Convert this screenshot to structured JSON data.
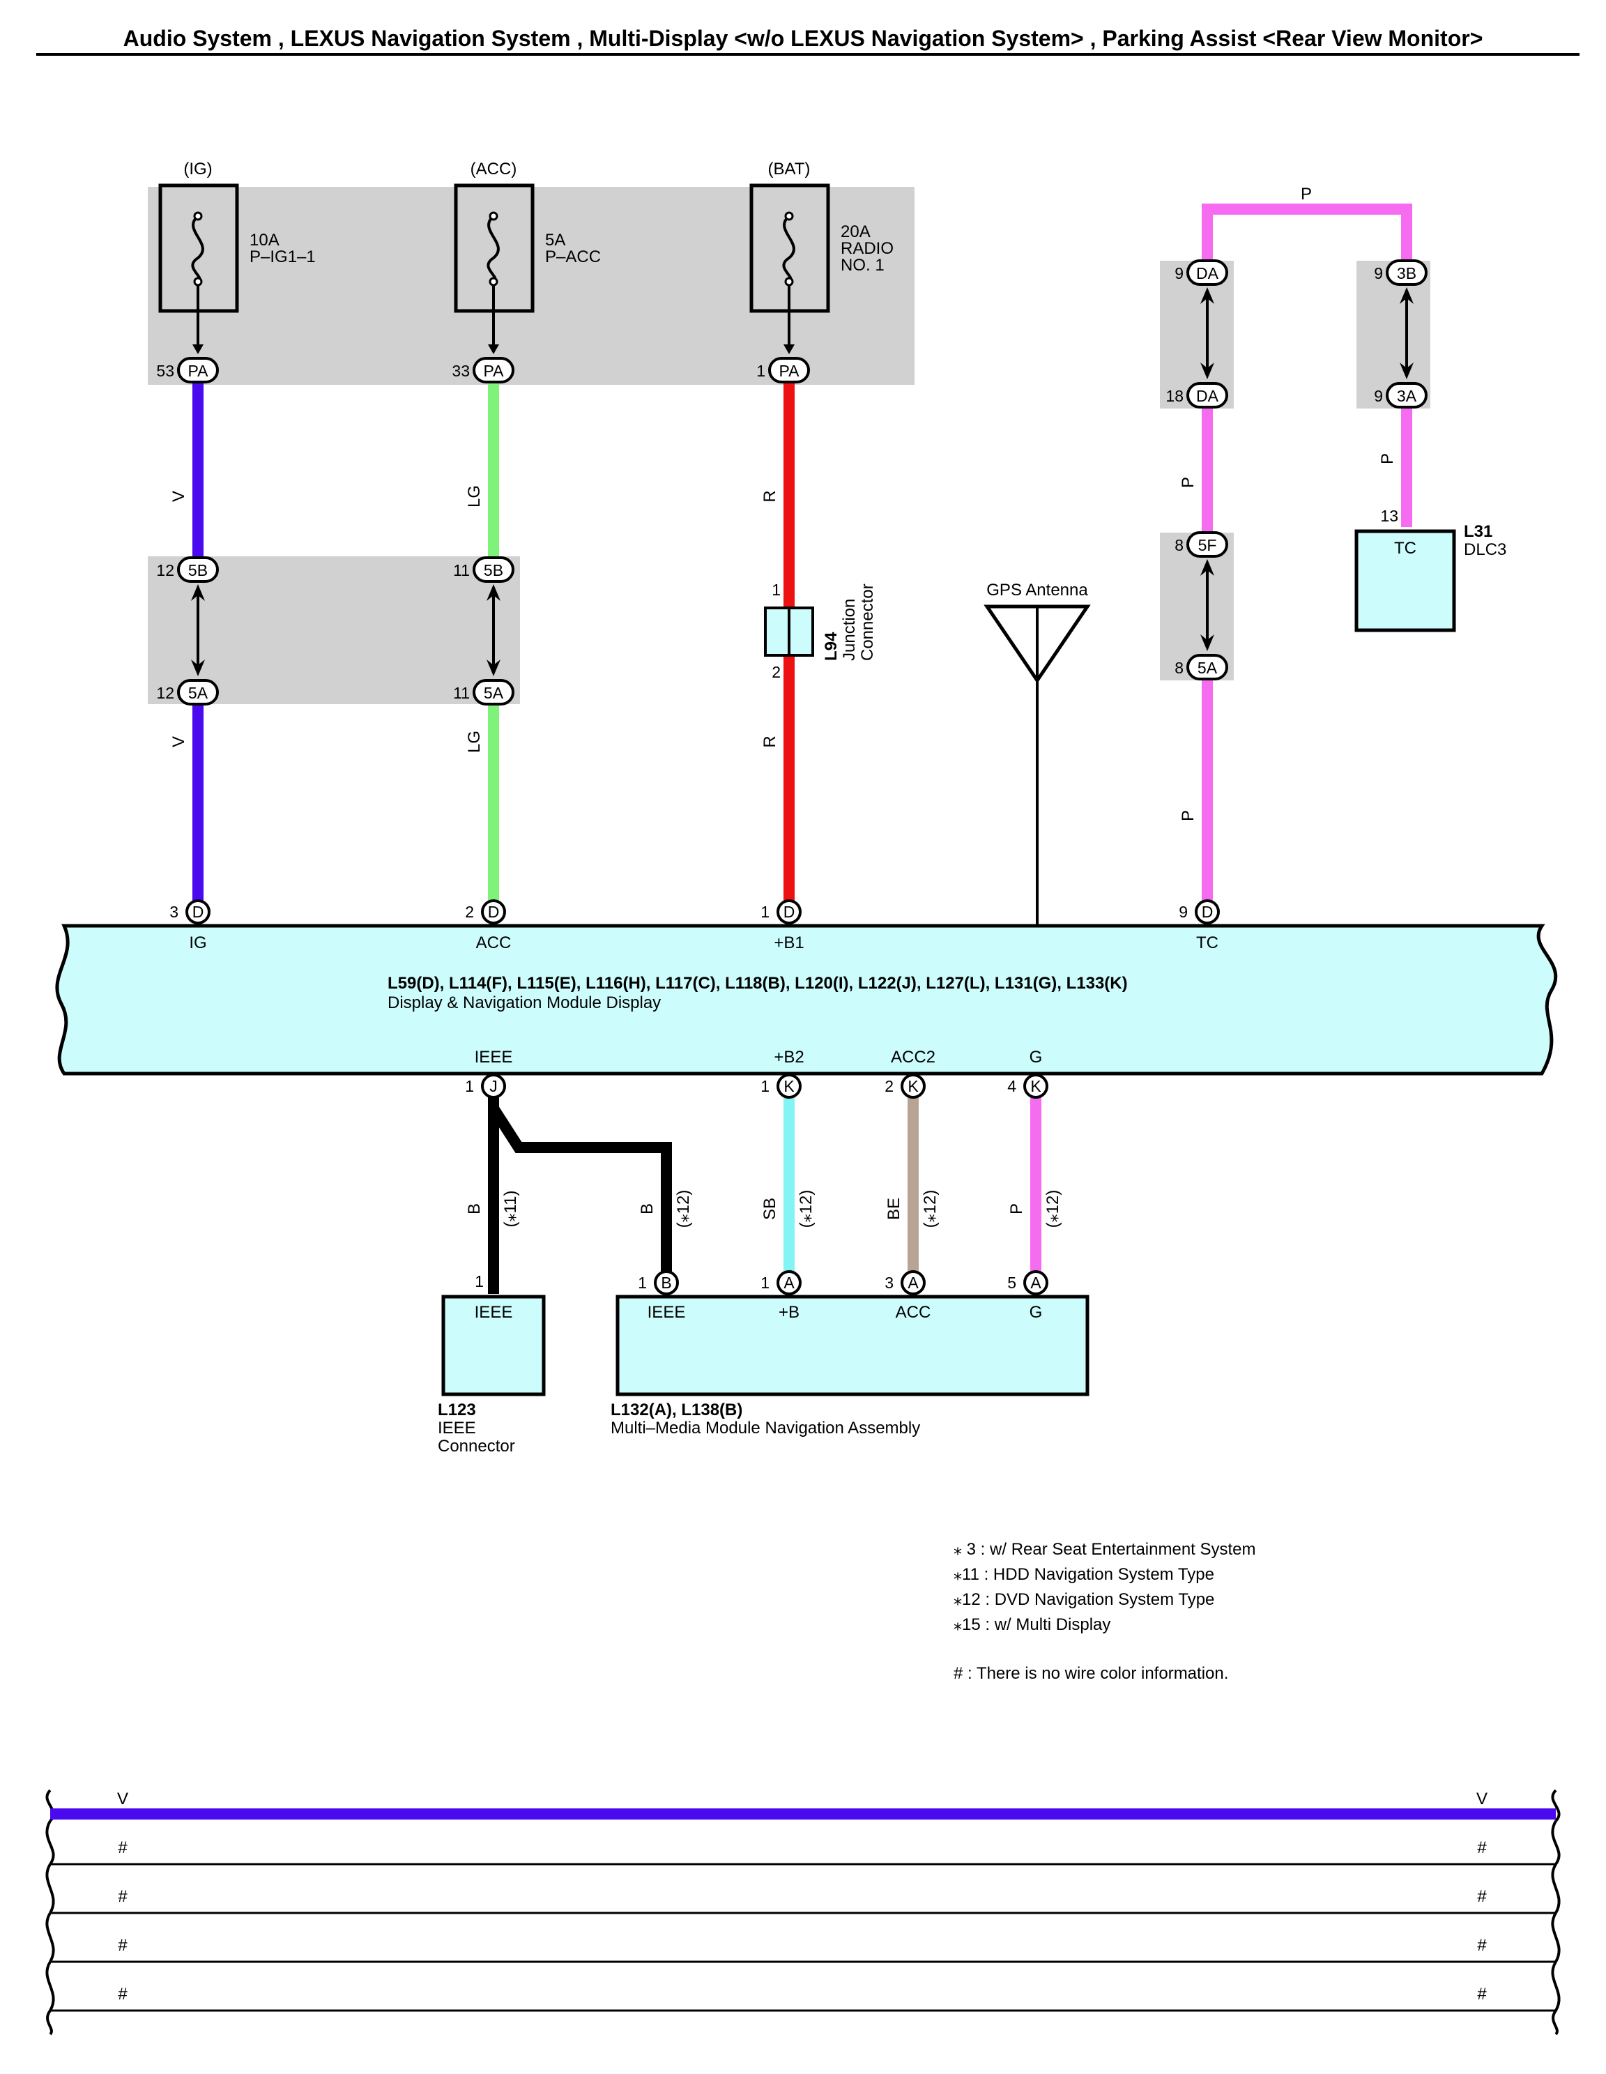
{
  "title": "Audio System , LEXUS Navigation System , Multi-Display <w/o LEXUS Navigation System> , Parking Assist <Rear View Monitor>",
  "fuses": [
    {
      "supply": "(IG)",
      "rating": "10A",
      "name": "P–IG1–1",
      "pin": "53",
      "conn": "PA"
    },
    {
      "supply": "(ACC)",
      "rating": "5A",
      "name": "P–ACC",
      "pin": "33",
      "conn": "PA"
    },
    {
      "supply": "(BAT)",
      "rating": "20A",
      "name": "RADIO",
      "name2": "NO. 1",
      "pin": "1",
      "conn": "PA"
    }
  ],
  "wires": {
    "ig": {
      "color_code": "V",
      "hex": "#4a0aef",
      "upper_pin": "12",
      "lower_pin": "12",
      "upper_conn": "5B",
      "lower_conn": "5A"
    },
    "acc": {
      "color_code": "LG",
      "hex": "#7ff27a",
      "upper_pin": "11",
      "lower_pin": "11",
      "upper_conn": "5B",
      "lower_conn": "5A"
    },
    "bat": {
      "color_code": "R",
      "hex": "#ee1111"
    },
    "tc": {
      "color_code": "P",
      "hex": "#f56cf0"
    },
    "ieee": {
      "color_code": "B",
      "hex": "#000000"
    },
    "b2": {
      "color_code": "SB",
      "hex": "#84f3f3"
    },
    "acc2": {
      "color_code": "BE",
      "hex": "#b8a494"
    },
    "g": {
      "color_code": "P",
      "hex": "#f56cf0"
    }
  },
  "junction": {
    "id": "L94",
    "label1": "Junction",
    "label2": "Connector",
    "pin_top": "1",
    "pin_bottom": "2"
  },
  "gps": {
    "label": "GPS Antenna"
  },
  "dlc": {
    "top_label": "P",
    "left_top_pin": "9",
    "left_top_conn": "DA",
    "left_bottom_pin": "18",
    "left_bottom_conn": "DA",
    "right_top_pin": "9",
    "right_top_conn": "3B",
    "right_bottom_pin": "9",
    "right_bottom_conn": "3A",
    "mid_top_pin": "8",
    "mid_top_conn": "5F",
    "mid_bottom_pin": "8",
    "mid_bottom_conn": "5A",
    "dlc_pin": "13",
    "dlc_term": "TC",
    "dlc_id": "L31",
    "dlc_name": "DLC3"
  },
  "module": {
    "ids": "L59(D), L114(F), L115(E), L116(H), L117(C), L118(B), L120(I), L122(J), L127(L), L131(G), L133(K)",
    "name": "Display & Navigation Module Display",
    "top_pins": [
      {
        "pin": "3",
        "conn": "D",
        "term": "IG"
      },
      {
        "pin": "2",
        "conn": "D",
        "term": "ACC"
      },
      {
        "pin": "1",
        "conn": "D",
        "term": "+B1"
      },
      {
        "pin": "9",
        "conn": "D",
        "term": "TC"
      }
    ],
    "bottom_pins": [
      {
        "pin": "1",
        "conn": "J",
        "term": "IEEE"
      },
      {
        "pin": "1",
        "conn": "K",
        "term": "+B2"
      },
      {
        "pin": "2",
        "conn": "K",
        "term": "ACC2"
      },
      {
        "pin": "4",
        "conn": "K",
        "term": "G"
      }
    ]
  },
  "ieee_conn": {
    "pin": "1",
    "term": "IEEE",
    "id": "L123",
    "name1": "IEEE",
    "name2": "Connector",
    "note": "(⁎11)"
  },
  "mm_module": {
    "ids": "L132(A), L138(B)",
    "name": "Multi–Media Module Navigation Assembly",
    "pins": [
      {
        "pin": "1",
        "conn": "B",
        "term": "IEEE"
      },
      {
        "pin": "1",
        "conn": "A",
        "term": "+B"
      },
      {
        "pin": "3",
        "conn": "A",
        "term": "ACC"
      },
      {
        "pin": "5",
        "conn": "A",
        "term": "G"
      }
    ],
    "note": "(⁎12)"
  },
  "notes": [
    "⁎ 3 : w/ Rear Seat Entertainment System",
    "⁎11 : HDD Navigation System Type",
    "⁎12 : DVD Navigation System Type",
    "⁎15 : w/ Multi Display",
    "# : There is no wire color information."
  ],
  "legend_rows": [
    {
      "left": "V",
      "right": "V",
      "hex": "#4a0aef"
    },
    {
      "left": "#",
      "right": "#"
    },
    {
      "left": "#",
      "right": "#"
    },
    {
      "left": "#",
      "right": "#"
    },
    {
      "left": "#",
      "right": "#"
    }
  ]
}
